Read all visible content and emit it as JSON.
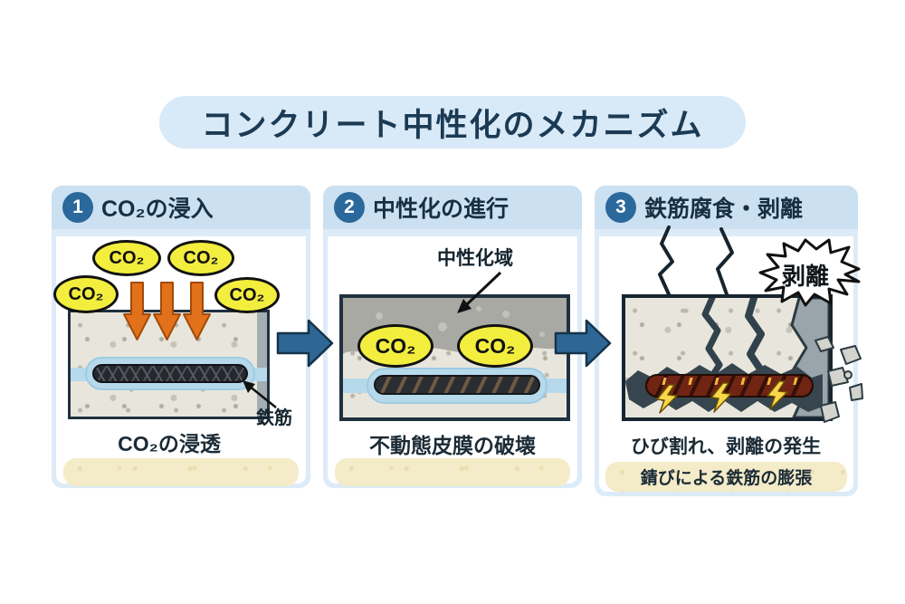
{
  "title": "コンクリート中性化のメカニズム",
  "panel1": {
    "number": "1",
    "heading": "CO₂の浸入",
    "bubbles": [
      "CO₂",
      "CO₂",
      "CO₂",
      "CO₂"
    ],
    "rebar_label": "鉄筋",
    "caption": "CO₂の浸透"
  },
  "panel2": {
    "number": "2",
    "heading": "中性化の進行",
    "zone_label": "中性化域",
    "bubbles": [
      "CO₂",
      "CO₂"
    ],
    "caption": "不動態皮膜の破壊"
  },
  "panel3": {
    "number": "3",
    "heading": "鉄筋腐食・剥離",
    "burst_label": "剥離",
    "caption": "ひび割れ、剥離の発生",
    "subcaption": "錆びによる鉄筋の膨張"
  },
  "colors": {
    "badge_blue": "#2b689c",
    "card_bg": "#dcebf7",
    "header_bg": "#cbe0f1",
    "co2_yellow": "#f3ee3e",
    "co2_arrow_orange": "#e2711c",
    "flow_arrow_blue": "#2e6795",
    "water_blue": "#b7d9ec",
    "cream": "#f4ebc8",
    "rust_red": "#6f2414",
    "title_navy": "#1b3a54"
  }
}
